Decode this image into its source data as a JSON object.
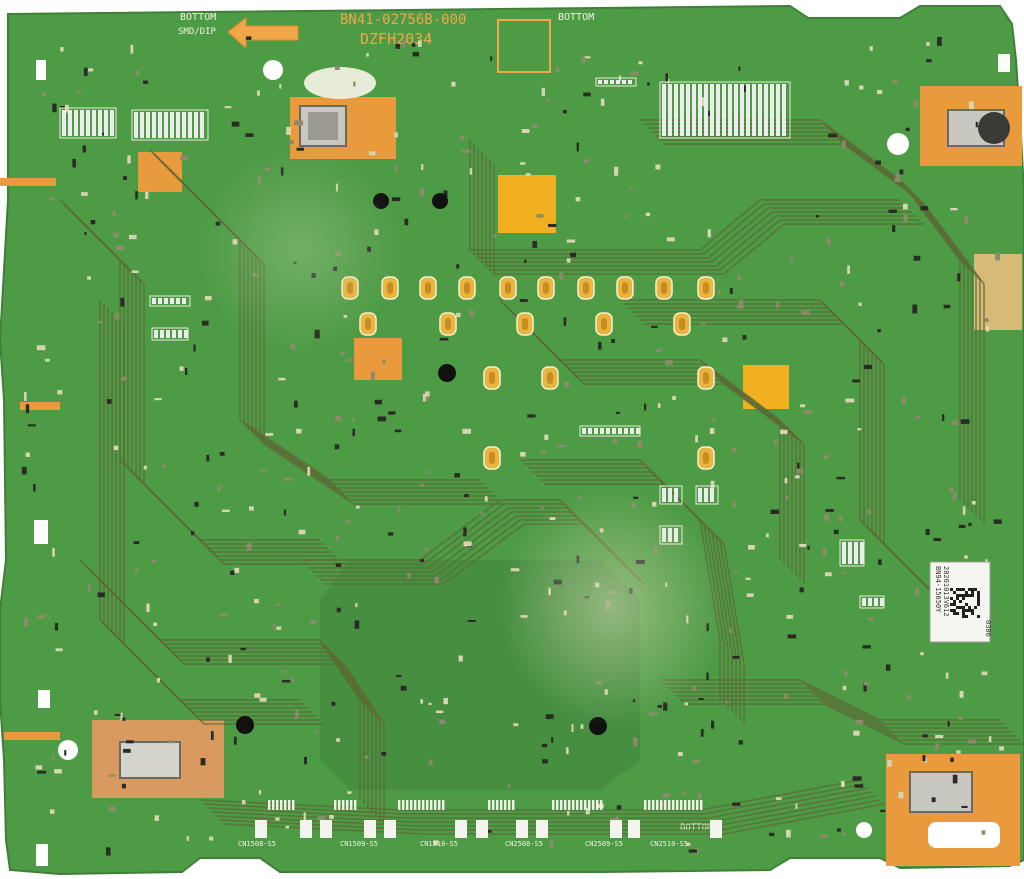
{
  "board": {
    "part_number": "BN41-02756B-000",
    "model_code": "DZFH2034",
    "bottom_marks": [
      "BOTTOM",
      "BOTTOM",
      "BOTTOM"
    ],
    "arrow_label": "SMD/DIP",
    "sticker_lines": [
      "20201013V612",
      "BN94-15650Y",
      "0306"
    ],
    "connector_labels": [
      "CN1508-S5",
      "CN1509-S5",
      "CN1510-S5",
      "CN2508-S5",
      "CN2509-S5",
      "CN2510-S5"
    ],
    "colors": {
      "pcb_green": "#4e9b45",
      "pcb_dark": "#356f31",
      "trace": "#5c6a36",
      "copper_pad": "#e89a3c",
      "gold_pad": "#f0b020",
      "silkscreen": "#f0f3e2"
    }
  }
}
